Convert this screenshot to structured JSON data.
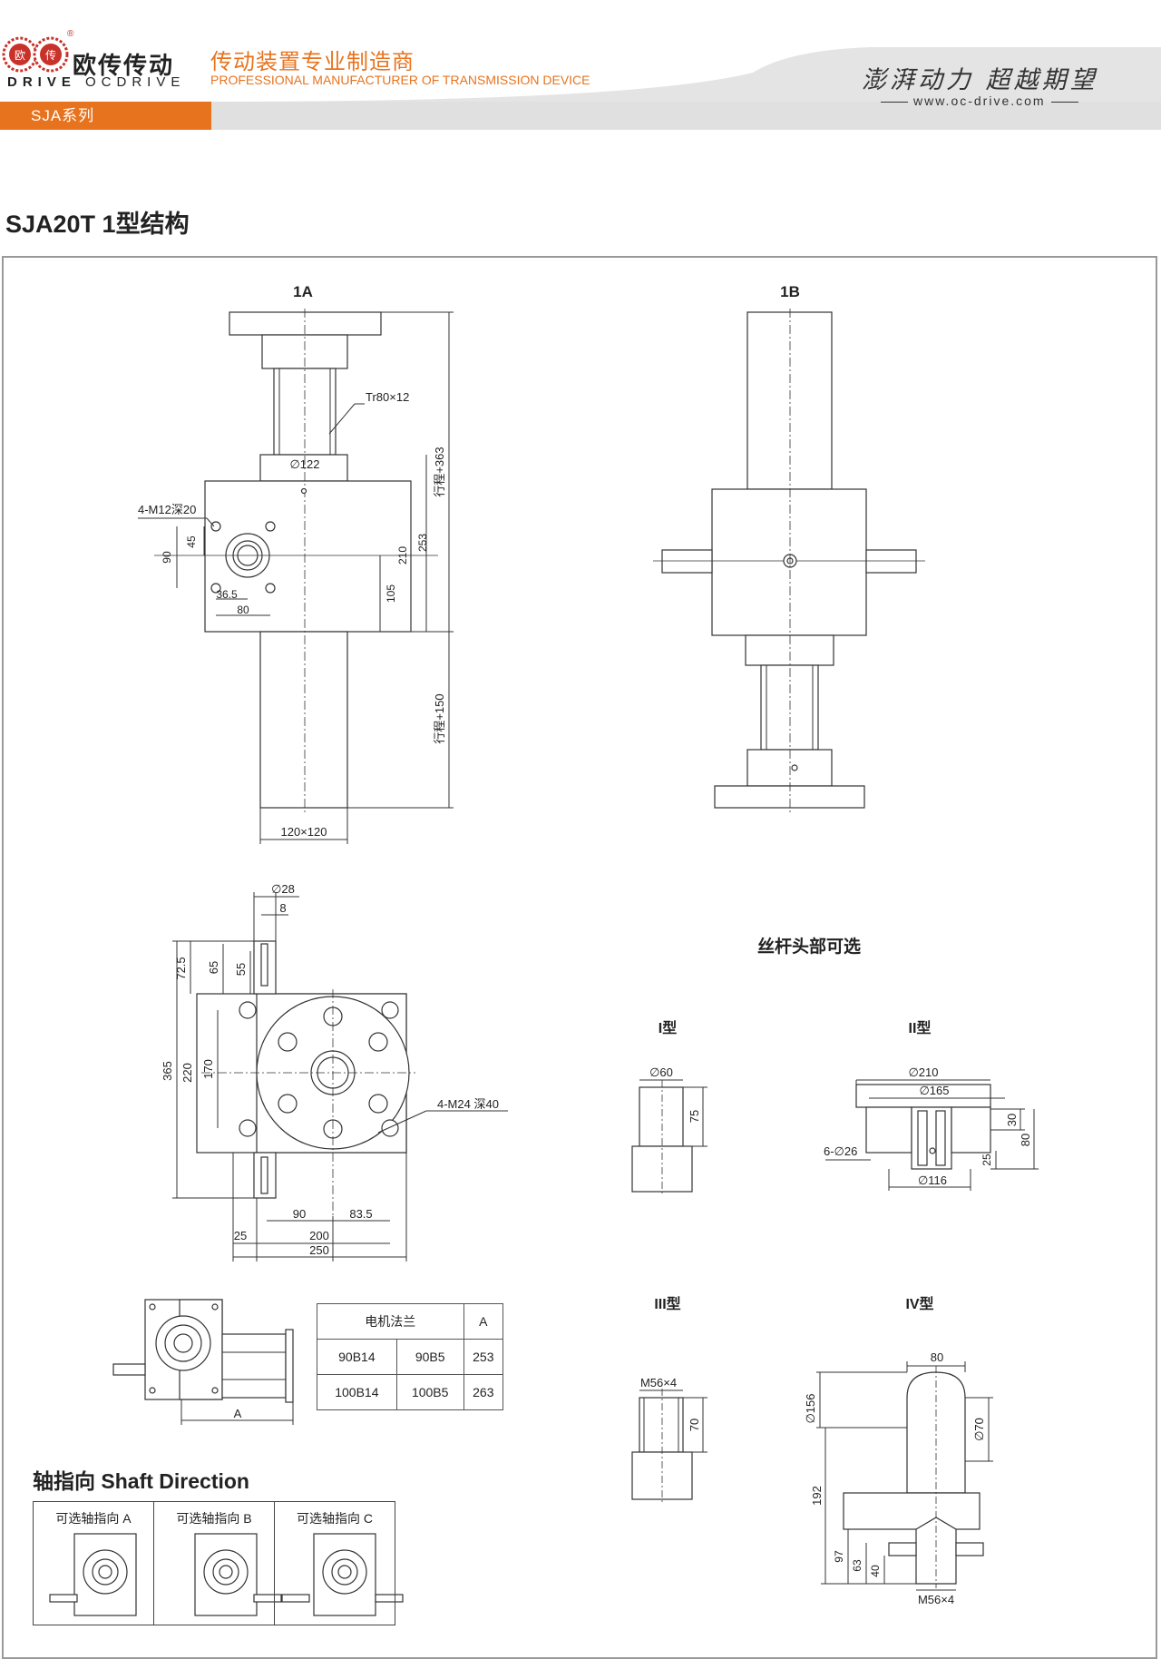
{
  "header": {
    "logo_badge_1": "欧",
    "logo_badge_2": "传",
    "logo_registered": "®",
    "logo_cn": "欧传传动",
    "logo_en_a": "DRIVE",
    "logo_en_b": "OCDRIVE",
    "tagline_cn": "传动装置专业制造商",
    "tagline_en": "PROFESSIONAL MANUFACTURER OF TRANSMISSION DEVICE",
    "slogan": "澎湃动力 超越期望",
    "website": "www.oc-drive.com",
    "series_tab": "SJA系列"
  },
  "page_title": "SJA20T 1型结构",
  "views": {
    "v1a": "1A",
    "v1b": "1B",
    "screw_head_title": "丝杆头部可选",
    "type1": "I型",
    "type2": "II型",
    "type3": "III型",
    "type4": "IV型"
  },
  "dims_1a": {
    "thread": "Tr80×12",
    "d122": "∅122",
    "bolts": "4-M12深20",
    "d45": "45",
    "d90": "90",
    "d36_5": "36.5",
    "d80": "80",
    "d105": "105",
    "d210": "210",
    "d253": "253",
    "stroke363": "行程+363",
    "stroke150": "行程+150",
    "sq120": "120×120"
  },
  "dims_top": {
    "d28": "∅28",
    "d8": "8",
    "d72_5": "72.5",
    "d65": "65",
    "d55": "55",
    "d365": "365",
    "d220": "220",
    "d170": "170",
    "m24": "4-M24 深40",
    "d25": "25",
    "d90": "90",
    "d83_5": "83.5",
    "d200": "200",
    "d250": "250"
  },
  "dims_heads": {
    "t1_d60": "∅60",
    "t1_75": "75",
    "t2_d210": "∅210",
    "t2_d165": "∅165",
    "t2_6d26": "6-∅26",
    "t2_d116": "∅116",
    "t2_30": "30",
    "t2_80": "80",
    "t2_25": "25",
    "t3_m56": "M56×4",
    "t3_70": "70",
    "t4_80": "80",
    "t4_d156": "∅156",
    "t4_d70": "∅70",
    "t4_192": "192",
    "t4_97": "97",
    "t4_63": "63",
    "t4_40": "40",
    "t4_m56": "M56×4"
  },
  "motor": {
    "dim_a": "A",
    "table_header": [
      "电机法兰",
      "A"
    ],
    "rows": [
      [
        "90B14",
        "90B5",
        "253"
      ],
      [
        "100B14",
        "100B5",
        "263"
      ]
    ]
  },
  "shaft_direction": {
    "title": "轴指向 Shaft Direction",
    "options": [
      "可选轴指向 A",
      "可选轴指向 B",
      "可选轴指向 C"
    ]
  }
}
